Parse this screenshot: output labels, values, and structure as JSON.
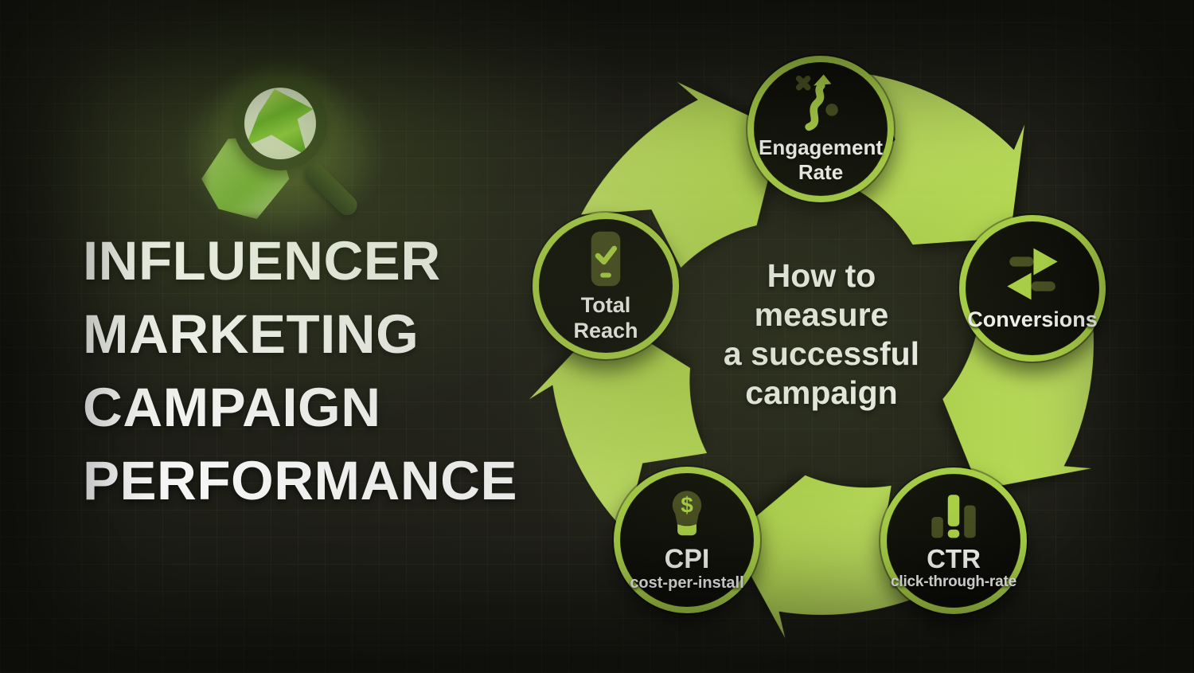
{
  "colors": {
    "lime": "#b2da48",
    "lime_light": "#cdec72",
    "lime_dark": "#9cc838",
    "olive_icon_accent": "#474d20",
    "node_background": "#0a0a07",
    "page_background": "#1d1d17",
    "text": "#ffffff"
  },
  "title": {
    "lines": [
      "INFLUENCER",
      "MARKETING",
      "CAMPAIGN",
      "PERFORMANCE"
    ]
  },
  "center": {
    "lines": [
      "How to",
      "measure",
      "a successful",
      "campaign"
    ]
  },
  "cycle": {
    "direction": "clockwise",
    "nodes": [
      {
        "key": "engagement",
        "label_line1": "Engagement",
        "label_line2": "Rate",
        "icon": "strategy-route-icon"
      },
      {
        "key": "conversions",
        "label_line1": "Conversions",
        "icon": "transfer-arrows-icon"
      },
      {
        "key": "ctr",
        "label_line1": "CTR",
        "label_line2": "click-through-rate",
        "icon": "bar-chart-icon"
      },
      {
        "key": "cpi",
        "label_line1": "CPI",
        "label_line2": "cost-per-install",
        "icon": "dollar-lightbulb-icon",
        "currency_symbol": "$"
      },
      {
        "key": "reach",
        "label_line1": "Total",
        "label_line2": "Reach",
        "icon": "phone-check-icon"
      }
    ]
  },
  "icons": {
    "logo": "magnifier-gem-icon"
  }
}
